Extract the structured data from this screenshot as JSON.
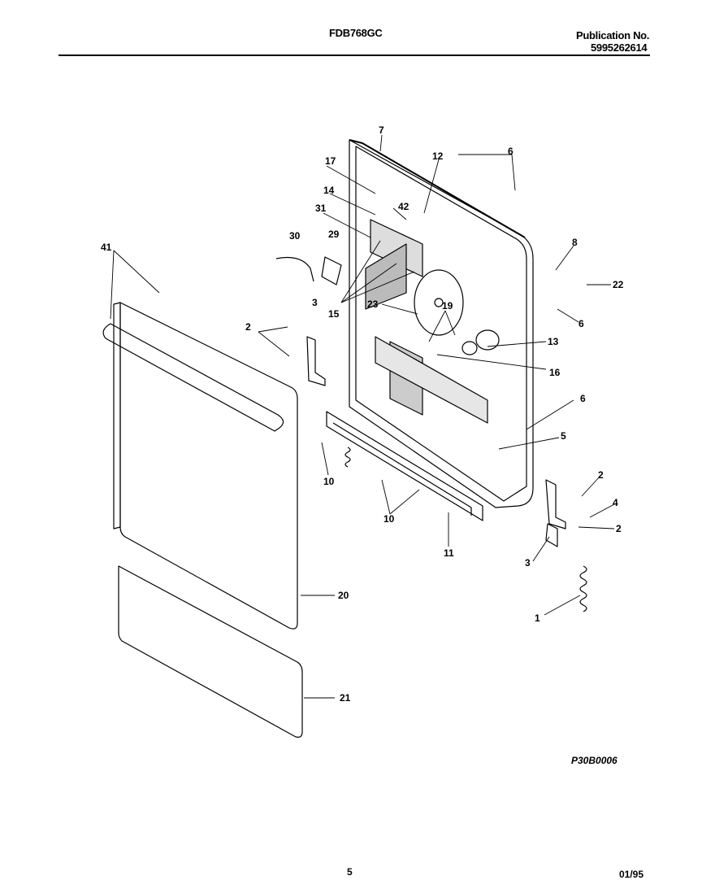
{
  "header": {
    "model": "FDB768GC",
    "publication_label": "Publication No.",
    "publication_number": "5995262614"
  },
  "diagram": {
    "figure_code": "P30B0006",
    "callouts": [
      "7",
      "12",
      "6",
      "17",
      "42",
      "14",
      "31",
      "30",
      "29",
      "8",
      "22",
      "41",
      "3",
      "15",
      "23",
      "19",
      "6",
      "2",
      "13",
      "16",
      "6",
      "5",
      "10",
      "2",
      "10",
      "4",
      "2",
      "11",
      "3",
      "1",
      "20",
      "21"
    ]
  },
  "footer": {
    "page_number": "5",
    "date": "01/95"
  }
}
